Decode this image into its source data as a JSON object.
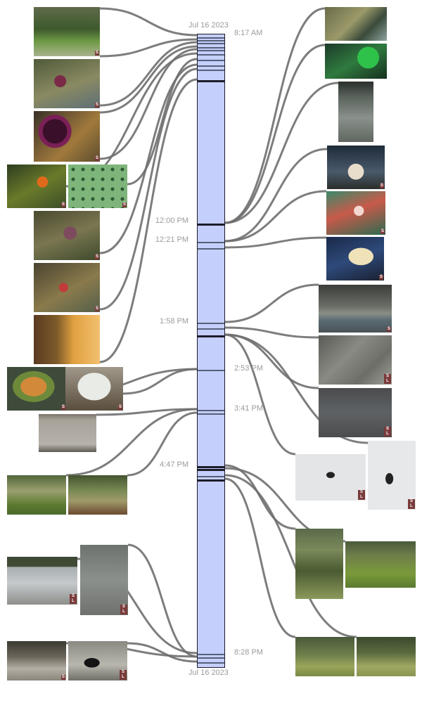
{
  "timeline": {
    "start_date": "Jul 16 2023",
    "end_date": "Jul 16 2023",
    "time_labels": [
      {
        "text": "8:17 AM",
        "side": "right"
      },
      {
        "text": "12:00 PM",
        "side": "left"
      },
      {
        "text": "12:21 PM",
        "side": "left"
      },
      {
        "text": "1:58 PM",
        "side": "left"
      },
      {
        "text": "2:53 PM",
        "side": "right"
      },
      {
        "text": "3:41 PM",
        "side": "right"
      },
      {
        "text": "4:47 PM",
        "side": "left"
      },
      {
        "text": "8:28 PM",
        "side": "right"
      }
    ]
  },
  "photos": [
    {
      "name": "photo-green-seaweed-shore",
      "badge": "S"
    },
    {
      "name": "photo-purple-sea-star-rocks",
      "badge": "S"
    },
    {
      "name": "photo-purple-sea-urchin",
      "badge": "S"
    },
    {
      "name": "photo-tidepool-orange-anemones",
      "badge": "S"
    },
    {
      "name": "photo-green-urchins-underwater",
      "badge": "S"
    },
    {
      "name": "photo-purple-sea-star-arms",
      "badge": "S"
    },
    {
      "name": "photo-red-sea-star",
      "badge": "S"
    },
    {
      "name": "photo-orange-hydroids",
      "badge": ""
    },
    {
      "name": "photo-abalone-shell",
      "badge": "S"
    },
    {
      "name": "photo-moon-jellyfish",
      "badge": "S"
    },
    {
      "name": "photo-stone-plaque",
      "badge": ""
    },
    {
      "name": "photo-forest-clearing-logs",
      "badge": ""
    },
    {
      "name": "photo-forest-clearing-path",
      "badge": ""
    },
    {
      "name": "photo-whales-distant-water",
      "badge": "SL"
    },
    {
      "name": "photo-orca-dorsal-fin",
      "badge": "SL"
    },
    {
      "name": "photo-rocky-beach-logs",
      "badge": "S"
    },
    {
      "name": "photo-black-bear-beach",
      "badge": "SL"
    },
    {
      "name": "photo-mossy-shore-water",
      "badge": ""
    },
    {
      "name": "photo-green-water-underwater",
      "badge": ""
    },
    {
      "name": "photo-calm-water-surface",
      "badge": ""
    },
    {
      "name": "photo-white-plumose-anemones",
      "badge": "S"
    },
    {
      "name": "photo-pink-anemones-reef",
      "badge": "S"
    },
    {
      "name": "photo-white-nudibranch",
      "badge": "S"
    },
    {
      "name": "photo-harbor-seal-rocks",
      "badge": "S"
    },
    {
      "name": "photo-bird-on-cliff",
      "badge": "SL"
    },
    {
      "name": "photo-birds-on-water",
      "badge": "SL"
    },
    {
      "name": "photo-raven-flying-1",
      "badge": "SL"
    },
    {
      "name": "photo-raven-flying-2",
      "badge": "SL"
    },
    {
      "name": "photo-mossy-forest-trees",
      "badge": ""
    },
    {
      "name": "photo-mossy-fallen-log",
      "badge": ""
    },
    {
      "name": "photo-forest-meadow",
      "badge": ""
    },
    {
      "name": "photo-hikers-in-forest",
      "badge": ""
    }
  ]
}
